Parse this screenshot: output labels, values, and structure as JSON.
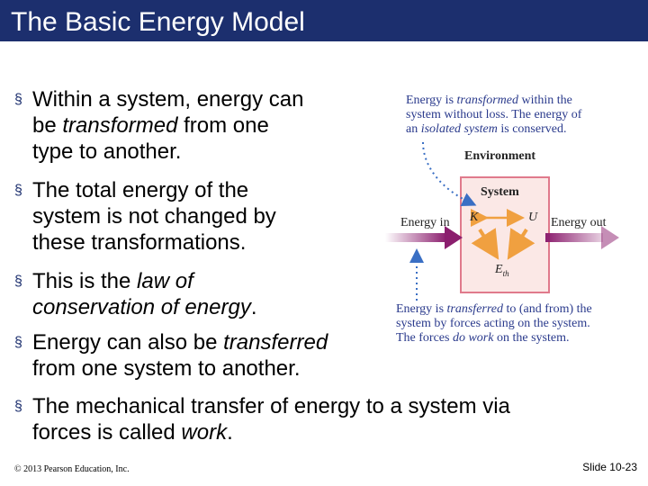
{
  "title": "The Basic Energy Model",
  "bullets": [
    {
      "lines": [
        "Within a system, energy can",
        "be transformed from one",
        "type to another."
      ]
    },
    {
      "lines": [
        "The total energy of the",
        "system is not changed by",
        "these transformations."
      ]
    },
    {
      "lines": [
        "This is the law of",
        "conservation of energy."
      ]
    },
    {
      "lines": [
        "Energy can also be transferred",
        "from one system to another."
      ]
    },
    {
      "lines": [
        "The mechanical transfer of energy to a system via",
        "forces is called work."
      ]
    }
  ],
  "bullet_marker": "§",
  "figure": {
    "top_caption": [
      "Energy is transformed within the",
      "system without loss. The energy of",
      "an isolated system is conserved."
    ],
    "environment_label": "Environment",
    "system_label": "System",
    "energy_in_label": "Energy in",
    "energy_out_label": "Energy out",
    "K_label": "K",
    "U_label": "U",
    "Eth_label": "E",
    "Eth_sub": "th",
    "bottom_caption": [
      "Energy is transferred to (and from) the",
      "system by forces acting on the system.",
      "The forces do work on the system."
    ]
  },
  "footer": {
    "copyright": "© 2013 Pearson Education, Inc.",
    "slide": "Slide 10-23"
  },
  "colors": {
    "title_bg": "#1c2f6e",
    "arrow": "#8b1e6e",
    "orange": "#f0a040",
    "box_border": "#e07a8c",
    "box_fill": "#fbe8e6",
    "caption": "#2a3a8c"
  }
}
